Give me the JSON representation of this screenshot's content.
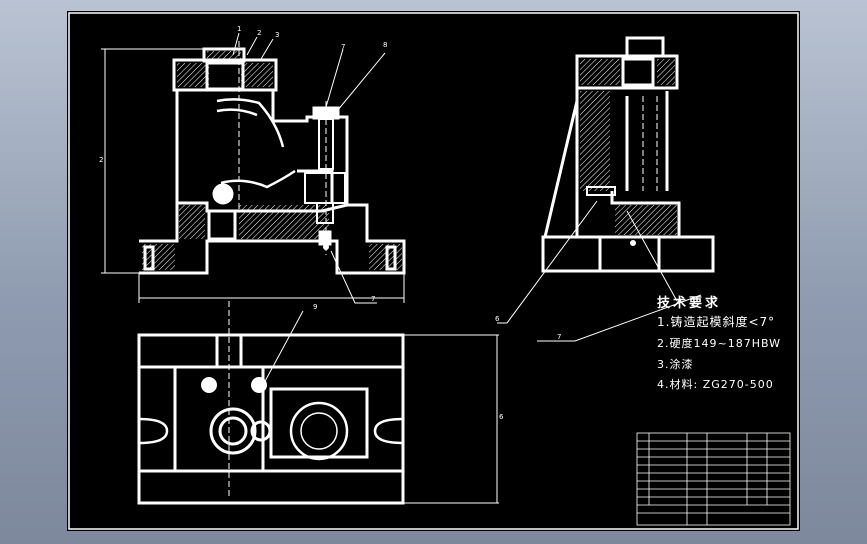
{
  "drawing": {
    "technical_requirements": {
      "title": "技术要求",
      "items": [
        "1.铸造起模斜度<7°",
        "2.硬度149~187HBW",
        "3.涂漆",
        "4.材料: ZG270-500"
      ]
    },
    "callouts": [
      "1",
      "2",
      "3",
      "7",
      "8",
      "2",
      "7",
      "6",
      "7",
      "9",
      "6"
    ],
    "colors": {
      "background": "#000000",
      "line": "#ffffff",
      "frame": "#9aa4b4"
    }
  }
}
